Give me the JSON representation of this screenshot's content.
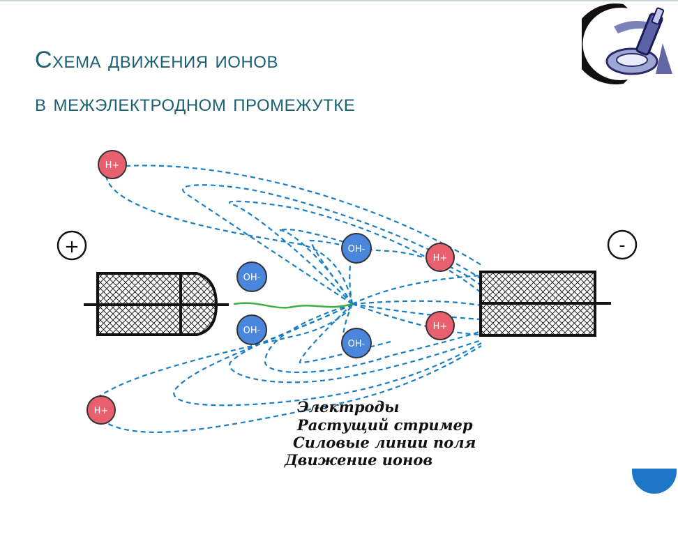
{
  "slide": {
    "title_line1": "Схема движения ионов",
    "title_line2": "в межэлектродном промежутке"
  },
  "diagram": {
    "anode_sign": "+",
    "cathode_sign": "-",
    "cation_label": "H+",
    "anion_label": "OH-",
    "colors": {
      "title": "#1b5f72",
      "field_lines": "#1a7ec4",
      "streamer": "#3cb043",
      "cation": "#e8606e",
      "anion": "#4a86dc",
      "accent": "#1e76c9"
    }
  },
  "legend": {
    "items": [
      "Электроды",
      "Растущий стример",
      "Силовые линии поля",
      "Движение ионов"
    ]
  }
}
